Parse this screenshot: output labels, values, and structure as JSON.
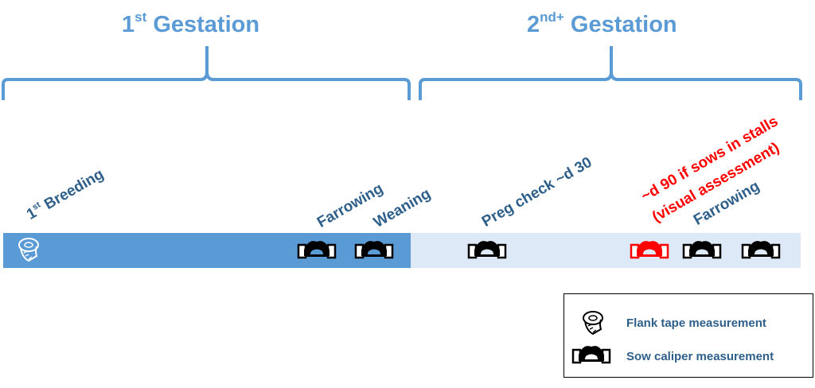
{
  "gestations": [
    {
      "ordinal": "1",
      "suffix": "st",
      "word": "Gestation"
    },
    {
      "ordinal": "2",
      "suffix": "nd+",
      "word": "Gestation"
    }
  ],
  "events": [
    {
      "main": "1",
      "sup": "st",
      "rest": " Breeding"
    },
    {
      "main": "Farrowing"
    },
    {
      "main": "Weaning"
    },
    {
      "main": "Preg check ~d 30"
    },
    {
      "main": "~d 90 if sows in stalls"
    },
    {
      "main": "(visual assessment)"
    },
    {
      "main": "Farrowing"
    }
  ],
  "colors": {
    "accent": "#5b9bd5",
    "label": "#2e5f8a",
    "bar_first": "#5b9bd5",
    "bar_second": "#dde9f6",
    "highlight": "#ff0000"
  },
  "icons": {
    "tape": "flank-tape-icon",
    "caliper": "sow-caliper-icon"
  },
  "legend": {
    "tape_label": "Flank tape measurement",
    "caliper_label": "Sow caliper measurement"
  }
}
